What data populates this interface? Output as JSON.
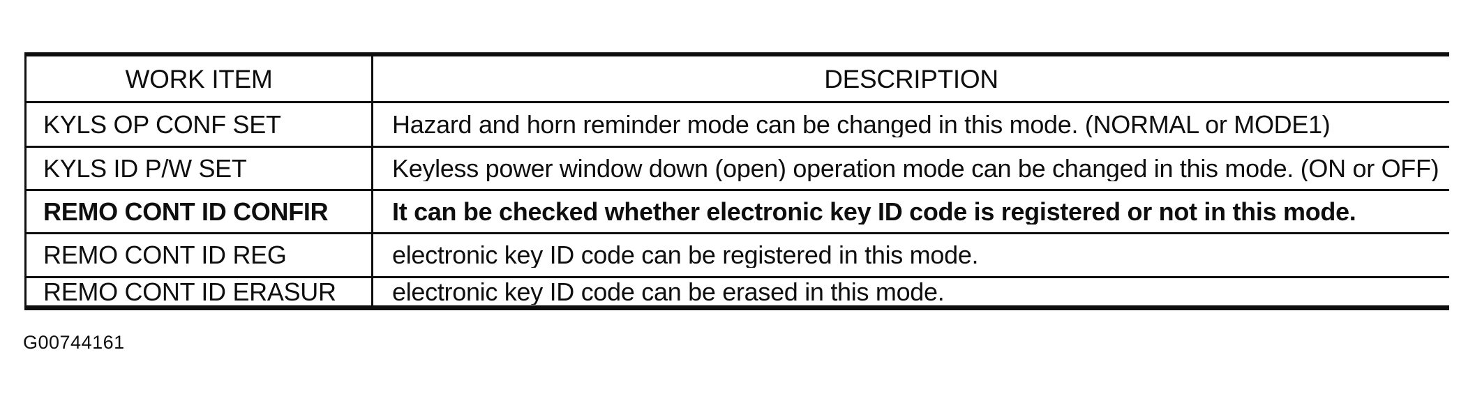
{
  "table": {
    "columns": {
      "work_item": "WORK ITEM",
      "description": "DESCRIPTION"
    },
    "rows": [
      {
        "work_item": "KYLS OP CONF SET",
        "description": "Hazard and horn reminder mode can be changed in this mode. (NORMAL or MODE1)",
        "bold": false
      },
      {
        "work_item": "KYLS ID P/W SET",
        "description": "Keyless power window down (open) operation mode can be changed in this mode. (ON or OFF)",
        "bold": false
      },
      {
        "work_item": "REMO CONT ID CONFIR",
        "description": "It can be checked whether electronic key ID code is registered or not in this mode.",
        "bold": true
      },
      {
        "work_item": "REMO CONT ID REG",
        "description": "electronic key ID code can be registered in this mode.",
        "bold": false
      },
      {
        "work_item": "REMO CONT ID ERASUR",
        "description": "electronic key ID code can be erased in this mode.",
        "bold": false
      }
    ]
  },
  "caption": {
    "figure_code": "G00744161"
  },
  "colors": {
    "ink": "#0e0e0e",
    "paper": "#ffffff"
  }
}
